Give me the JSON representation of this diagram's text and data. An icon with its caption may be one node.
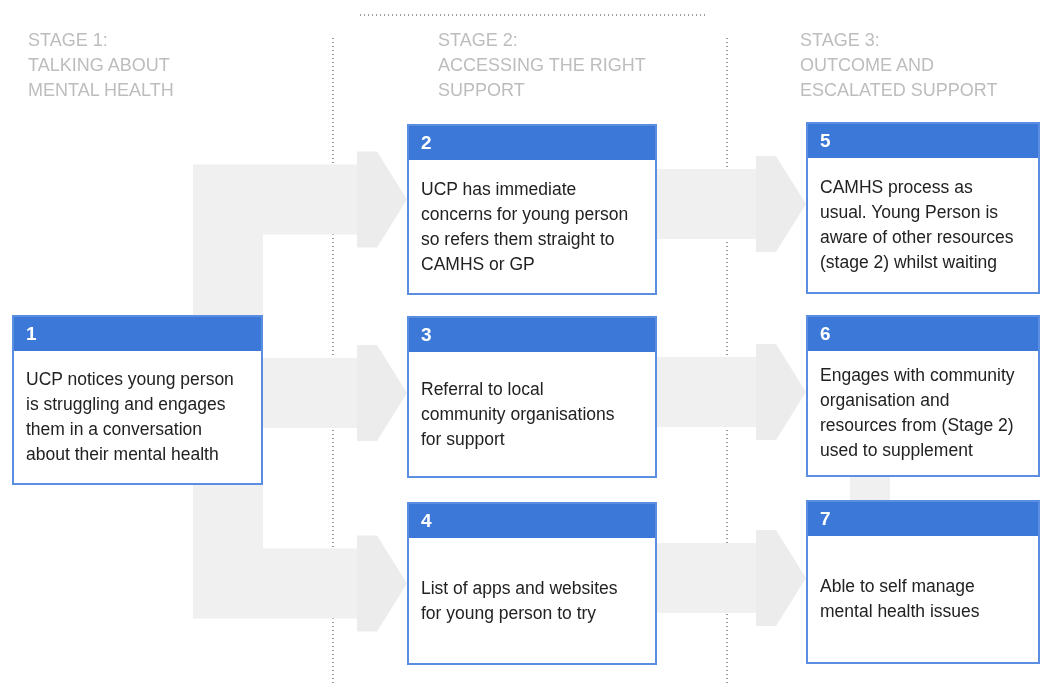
{
  "diagram": {
    "nodes": [
      {
        "text": [
          "1",
          "UCP notices young person is struggling and engages them in a conversation about their mental health"
        ]
      },
      {
        "text": [
          "2",
          "UCP has immediate concerns for young person so refers them straight to CAMHS or GP"
        ]
      },
      {
        "text": [
          "3",
          "Referral to local community organisations for support"
        ]
      },
      {
        "text": [
          "4",
          "List of apps and websites for young person to try"
        ]
      },
      {
        "text": [
          "5",
          "CAMHS process as usual. Young Person is aware of other resources (stage 2) whilst waiting"
        ]
      },
      {
        "text": [
          "6",
          "Engages with community organisation and resources from (Stage 2) used to supplement"
        ]
      },
      {
        "text": [
          "7",
          "Able to self manage mental health issues"
        ]
      }
    ],
    "edges": [
      {
        "from": 0,
        "to": 1,
        "arrow": "to"
      },
      {
        "from": 0,
        "to": 2,
        "arrow": "to"
      },
      {
        "from": 0,
        "to": 3,
        "arrow": "to"
      },
      {
        "from": 1,
        "to": 4,
        "arrow": "to"
      },
      {
        "from": 2,
        "to": 5,
        "arrow": "to"
      },
      {
        "from": 3,
        "to": 6,
        "arrow": "to"
      },
      {
        "from": 5,
        "to": 6,
        "arrow": "none"
      }
    ],
    "labels": [
      "STAGE 1:",
      "TALKING ABOUT MENTAL HEALTH",
      "STAGE 2:",
      "ACCESSING THE RIGHT SUPPORT",
      "STAGE 3:",
      "OUTCOME AND ESCALATED SUPPORT"
    ]
  }
}
